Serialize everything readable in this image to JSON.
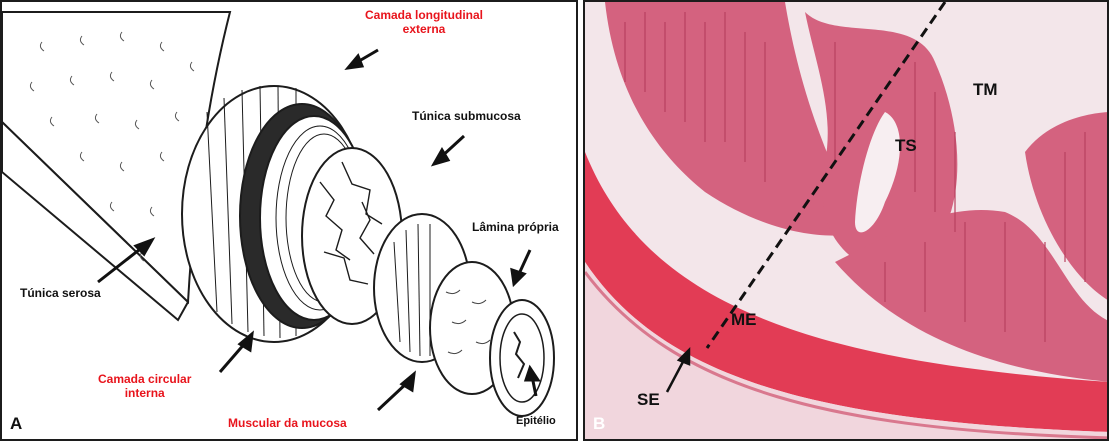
{
  "panel_a": {
    "letter": "A",
    "labels": {
      "longitudinal": "Camada longitudinal\nexterna",
      "submucosa": "Túnica submucosa",
      "lamina": "Lâmina própria",
      "serosa": "Túnica serosa",
      "circular": "Camada circular\ninterna",
      "muscular": "Muscular da mucosa",
      "epitelio": "Epitélio"
    }
  },
  "panel_b": {
    "letter": "B",
    "labels": {
      "tm": "TM",
      "ts": "TS",
      "me": "ME",
      "se": "SE"
    }
  },
  "colors": {
    "outline": "#1c1c1c",
    "red_label": "#e8141c",
    "tissue_pink": "#d86a8a",
    "muscle_red": "#e2344a",
    "lumen": "#f4eef0"
  }
}
